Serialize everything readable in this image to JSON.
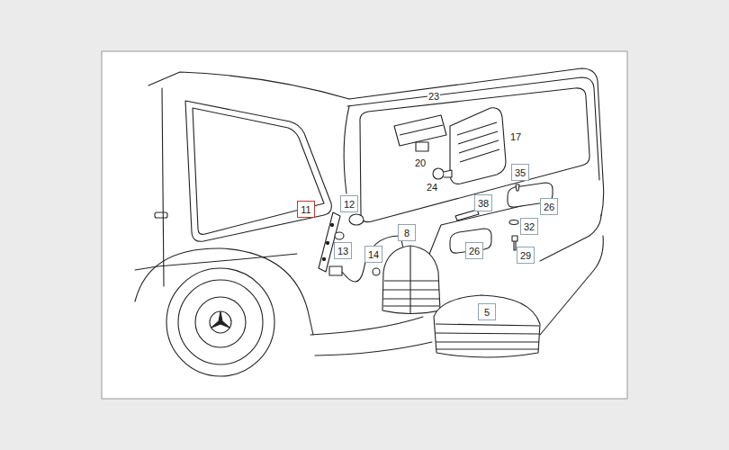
{
  "diagram": {
    "nodes": [
      {
        "text": [
          "35"
        ]
      },
      {
        "text": [
          "11"
        ]
      },
      {
        "text": [
          "12"
        ]
      },
      {
        "text": [
          "38"
        ]
      },
      {
        "text": [
          "26"
        ]
      },
      {
        "text": [
          "32"
        ]
      },
      {
        "text": [
          "8"
        ]
      },
      {
        "text": [
          "13"
        ]
      },
      {
        "text": [
          "14"
        ]
      },
      {
        "text": [
          "26"
        ]
      },
      {
        "text": [
          "29"
        ]
      },
      {
        "text": [
          "5"
        ]
      }
    ],
    "labels": [
      "23",
      "17",
      "20",
      "24"
    ]
  }
}
